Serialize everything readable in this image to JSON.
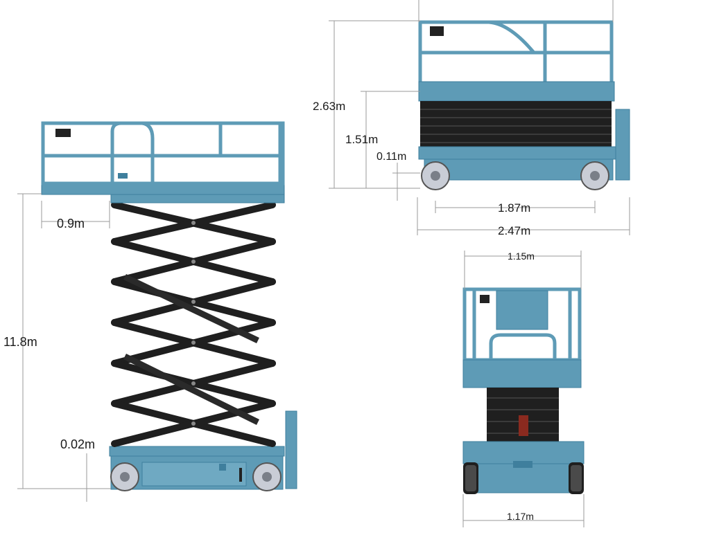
{
  "colors": {
    "body": "#5e9bb6",
    "body_dark": "#3f7f9d",
    "body_light": "#8fbdd1",
    "scissor": "#1f1f1f",
    "wheel": "#c9cdd6",
    "dim_line": "#9a9a9a",
    "label": "#1a1a1a"
  },
  "dimensions": {
    "extended_height": "11.8m",
    "deck_extension": "0.9m",
    "ground_clearance_extended": "0.02m",
    "stowed_height": "2.63m",
    "platform_height_stowed": "1.51m",
    "ground_clearance_stowed": "0.11m",
    "wheelbase": "1.87m",
    "overall_length": "2.47m",
    "platform_width": "1.15m",
    "overall_width": "1.17m"
  }
}
